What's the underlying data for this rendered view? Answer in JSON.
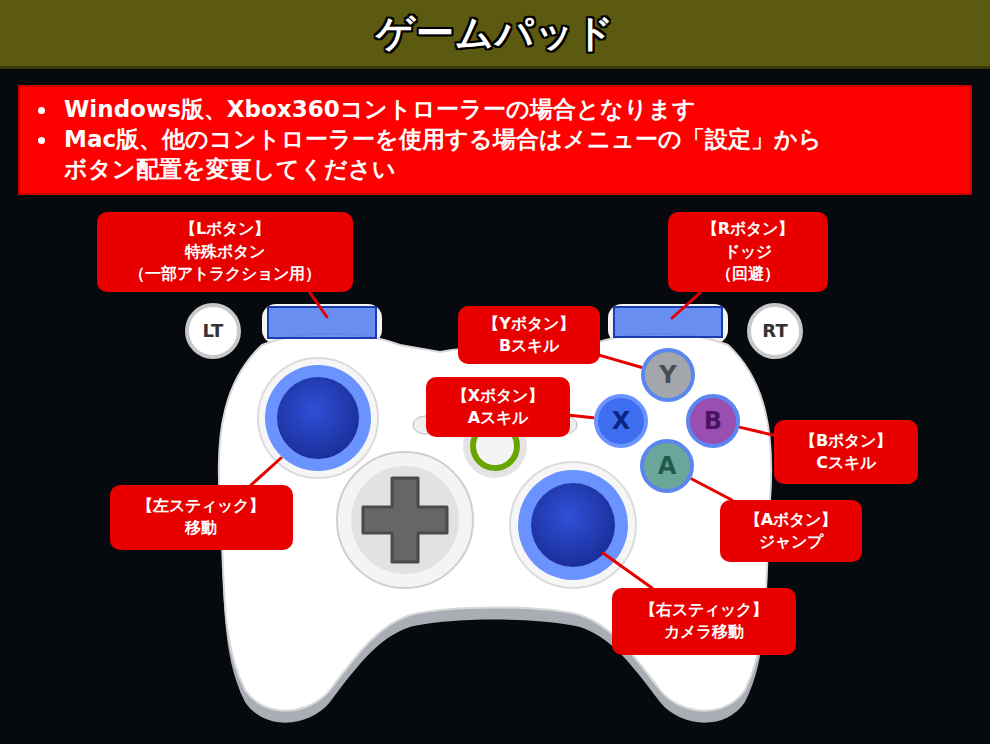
{
  "diagram": {
    "title": "ゲームパッド",
    "nodes": [
      {
        "text": [
          "Windows版、Xbox360コントローラーの場合となります",
          "Mac版、他のコントローラーを使用する場合はメニューの「設定」から ボタン配置を変更してください"
        ]
      },
      {
        "text": [
          "【Lボタン】",
          "特殊ボタン （一部アトラクション用）"
        ]
      },
      {
        "text": [
          "【Rボタン】",
          "ドッジ （回避）"
        ]
      },
      {
        "text": [
          "LT"
        ]
      },
      {
        "text": [
          "【Yボタン】",
          "Bスキル"
        ]
      },
      {
        "text": [
          "Y"
        ]
      },
      {
        "text": [
          "RT"
        ]
      },
      {
        "text": [
          "【Xボタン】",
          "Aスキル"
        ]
      },
      {
        "text": [
          "X"
        ]
      },
      {
        "text": [
          "B"
        ]
      },
      {
        "text": [
          "【Bボタン】",
          "Cスキル"
        ]
      },
      {
        "text": [
          "A"
        ]
      },
      {
        "text": [
          "【Aボタン】",
          "ジャンプ"
        ]
      },
      {
        "text": [
          "【左スティック】",
          "移動"
        ]
      },
      {
        "text": [
          "【右スティック】",
          "カメラ移動"
        ]
      }
    ],
    "edges": [
      {
        "from": 4,
        "to": 5,
        "arrow": "none"
      },
      {
        "from": 7,
        "to": 8,
        "arrow": "none"
      },
      {
        "from": 10,
        "to": 9,
        "arrow": "none"
      },
      {
        "from": 12,
        "to": 11,
        "arrow": "none"
      }
    ]
  }
}
